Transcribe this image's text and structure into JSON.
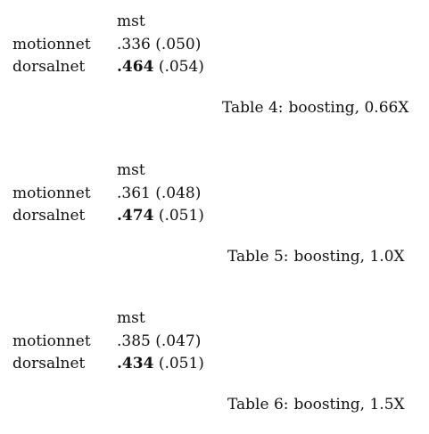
{
  "tables": [
    {
      "column_header": "mst",
      "rows": [
        {
          "label": "motionnet",
          "value": ".336",
          "std": "(.050)",
          "bold": false
        },
        {
          "label": "dorsalnet",
          "value": ".464",
          "std": "(.054)",
          "bold": true
        }
      ],
      "caption_number": "Table 4:",
      "caption_text": "boosting, 0.66X"
    },
    {
      "column_header": "mst",
      "rows": [
        {
          "label": "motionnet",
          "value": ".361",
          "std": "(.048)",
          "bold": false
        },
        {
          "label": "dorsalnet",
          "value": ".474",
          "std": "(.051)",
          "bold": true
        }
      ],
      "caption_number": "Table 5:",
      "caption_text": "boosting, 1.0X"
    },
    {
      "column_header": "mst",
      "rows": [
        {
          "label": "motionnet",
          "value": ".385",
          "std": "(.047)",
          "bold": false
        },
        {
          "label": "dorsalnet",
          "value": ".434",
          "std": "(.051)",
          "bold": true
        }
      ],
      "caption_number": "Table 6:",
      "caption_text": "boosting, 1.5X"
    }
  ]
}
